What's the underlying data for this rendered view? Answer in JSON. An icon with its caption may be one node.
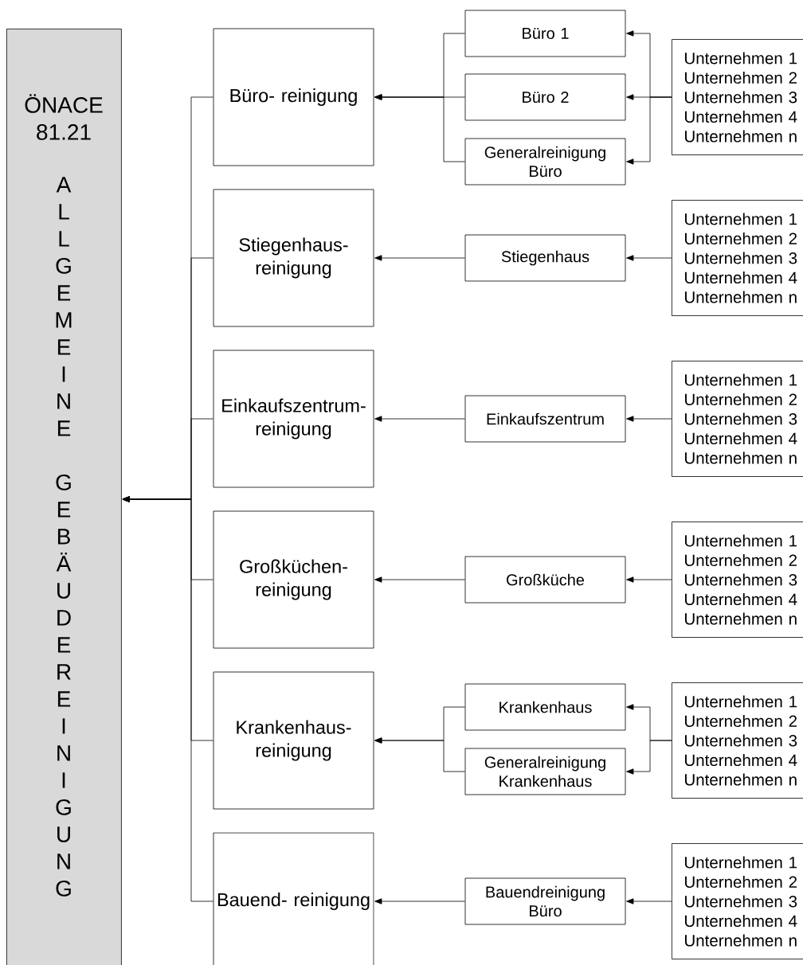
{
  "diagram": {
    "nodes": [
      {
        "text": [
          "ÖNACE 81.21",
          "ALLGEMEINE GEBÄUDEREINIGUNG"
        ]
      },
      {
        "text": [
          "Büro- reinigung"
        ]
      },
      {
        "text": [
          "Büro 1"
        ]
      },
      {
        "text": [
          "Büro 2"
        ]
      },
      {
        "text": [
          "Generalreinigung Büro"
        ]
      },
      {
        "text": [
          "Unternehmen 1",
          "Unternehmen 2",
          "Unternehmen 3",
          "Unternehmen 4",
          "Unternehmen n"
        ]
      },
      {
        "text": [
          "Stiegenhaus- reinigung"
        ]
      },
      {
        "text": [
          "Stiegenhaus"
        ]
      },
      {
        "text": [
          "Unternehmen 1",
          "Unternehmen 2",
          "Unternehmen 3",
          "Unternehmen 4",
          "Unternehmen n"
        ]
      },
      {
        "text": [
          "Einkaufszentrum- reinigung"
        ]
      },
      {
        "text": [
          "Einkaufszentrum"
        ]
      },
      {
        "text": [
          "Unternehmen 1",
          "Unternehmen 2",
          "Unternehmen 3",
          "Unternehmen 4",
          "Unternehmen n"
        ]
      },
      {
        "text": [
          "Großküchen- reinigung"
        ]
      },
      {
        "text": [
          "Großküche"
        ]
      },
      {
        "text": [
          "Unternehmen 1",
          "Unternehmen 2",
          "Unternehmen 3",
          "Unternehmen 4",
          "Unternehmen n"
        ]
      },
      {
        "text": [
          "Krankenhaus- reinigung"
        ]
      },
      {
        "text": [
          "Krankenhaus"
        ]
      },
      {
        "text": [
          "Generalreinigung Krankenhaus"
        ]
      },
      {
        "text": [
          "Unternehmen 1",
          "Unternehmen 2",
          "Unternehmen 3",
          "Unternehmen 4",
          "Unternehmen n"
        ]
      },
      {
        "text": [
          "Bauend- reinigung"
        ]
      },
      {
        "text": [
          "Bauendreinigung Büro"
        ]
      },
      {
        "text": [
          "Unternehmen 1",
          "Unternehmen 2",
          "Unternehmen 3",
          "Unternehmen 4",
          "Unternehmen n"
        ]
      }
    ],
    "edges": [
      {
        "from": 5,
        "to": 2,
        "arrow": "to"
      },
      {
        "from": 5,
        "to": 3,
        "arrow": "to"
      },
      {
        "from": 5,
        "to": 4,
        "arrow": "to"
      },
      {
        "from": 2,
        "to": 1,
        "arrow": "to"
      },
      {
        "from": 3,
        "to": 1,
        "arrow": "to"
      },
      {
        "from": 4,
        "to": 1,
        "arrow": "to"
      },
      {
        "from": 1,
        "to": 0,
        "arrow": "to"
      },
      {
        "from": 8,
        "to": 7,
        "arrow": "to"
      },
      {
        "from": 7,
        "to": 6,
        "arrow": "to"
      },
      {
        "from": 6,
        "to": 0,
        "arrow": "to"
      },
      {
        "from": 11,
        "to": 10,
        "arrow": "to"
      },
      {
        "from": 10,
        "to": 9,
        "arrow": "to"
      },
      {
        "from": 9,
        "to": 0,
        "arrow": "to"
      },
      {
        "from": 14,
        "to": 13,
        "arrow": "to"
      },
      {
        "from": 13,
        "to": 12,
        "arrow": "to"
      },
      {
        "from": 12,
        "to": 0,
        "arrow": "to"
      },
      {
        "from": 18,
        "to": 16,
        "arrow": "to"
      },
      {
        "from": 18,
        "to": 17,
        "arrow": "to"
      },
      {
        "from": 16,
        "to": 15,
        "arrow": "to"
      },
      {
        "from": 17,
        "to": 15,
        "arrow": "to"
      },
      {
        "from": 15,
        "to": 0,
        "arrow": "to"
      },
      {
        "from": 21,
        "to": 20,
        "arrow": "to"
      },
      {
        "from": 20,
        "to": 19,
        "arrow": "to"
      },
      {
        "from": 19,
        "to": 0,
        "arrow": "to"
      }
    ]
  }
}
